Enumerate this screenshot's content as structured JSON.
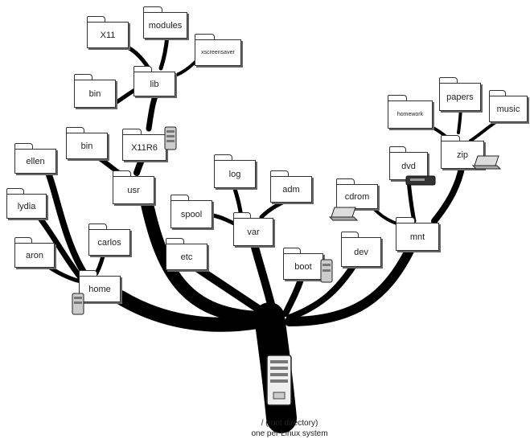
{
  "folders": {
    "x11": "X11",
    "modules": "modules",
    "xscreensaver": "xscreensaver",
    "lib": "lib",
    "bin_top": "bin",
    "bin_mid": "bin",
    "x11r6": "X11R6",
    "usr": "usr",
    "ellen": "ellen",
    "lydia": "lydia",
    "carlos": "carlos",
    "aron": "aron",
    "home": "home",
    "log": "log",
    "adm": "adm",
    "spool": "spool",
    "var": "var",
    "etc": "etc",
    "boot": "boot",
    "cdrom": "cdrom",
    "dev": "dev",
    "homework": "homework",
    "papers": "papers",
    "music": "music",
    "dvd": "dvd",
    "zip": "zip",
    "mnt": "mnt"
  },
  "caption": {
    "line1": "/ (root directory)",
    "line2": "one per Linux system"
  },
  "icons": [
    "hard-drive-icon",
    "laptop-icon",
    "dvd-drive-icon",
    "computer-tower-icon"
  ]
}
